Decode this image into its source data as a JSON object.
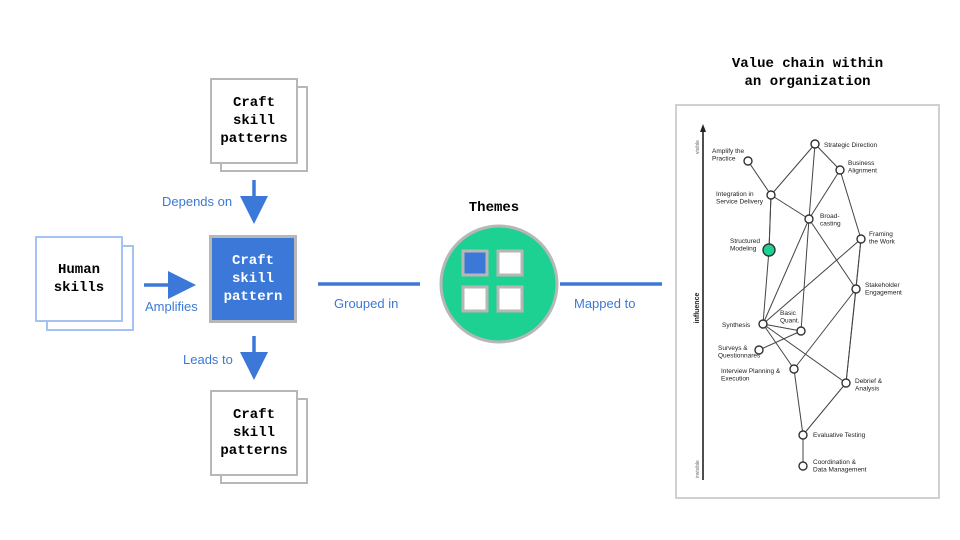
{
  "card_top": {
    "text": "Craft\nskill\npatterns"
  },
  "card_bottom": {
    "text": "Craft\nskill\npatterns"
  },
  "human_skills": {
    "text": "Human\nskills"
  },
  "core_pattern": {
    "text": "Craft\nskill\npattern"
  },
  "labels": {
    "depends_on": "Depends on",
    "amplifies": "Amplifies",
    "leads_to": "Leads to",
    "grouped_in": "Grouped in",
    "mapped_to": "Mapped to"
  },
  "themes": {
    "title": "Themes"
  },
  "value_chain": {
    "title": "Value chain within\nan organization",
    "axis_label": "influence",
    "axis_top": "visible",
    "axis_bottom": "invisible",
    "nodes": [
      {
        "id": "strategic",
        "label": "Strategic Direction"
      },
      {
        "id": "amplify",
        "label": "Amplify the\nPractice"
      },
      {
        "id": "business",
        "label": "Business\nAlignment"
      },
      {
        "id": "integration",
        "label": "Integration in\nService Delivery"
      },
      {
        "id": "broadcasting",
        "label": "Broad-\ncasting"
      },
      {
        "id": "framing",
        "label": "Framing\nthe Work"
      },
      {
        "id": "structured",
        "label": "Structured\nModeling",
        "highlight": true
      },
      {
        "id": "stakeholder",
        "label": "Stakeholder\nEngagement"
      },
      {
        "id": "basicquant",
        "label": "Basic\nQuant."
      },
      {
        "id": "synthesis",
        "label": "Synthesis"
      },
      {
        "id": "surveys",
        "label": "Surveys &\nQuestionnares"
      },
      {
        "id": "interview",
        "label": "Interview Planning &\nExecution"
      },
      {
        "id": "debrief",
        "label": "Debrief &\nAnalysis"
      },
      {
        "id": "evaluative",
        "label": "Evaluative Testing"
      },
      {
        "id": "coordination",
        "label": "Coordination &\nData Management"
      }
    ],
    "colors": {
      "node_stroke": "#333333",
      "highlight_fill": "#1dd192",
      "edge": "#444444"
    }
  },
  "colors": {
    "accent_blue": "#3c78d8",
    "light_blue": "#a4c2f4",
    "card_gray": "#b7b7b7",
    "theme_green": "#1dd192"
  }
}
